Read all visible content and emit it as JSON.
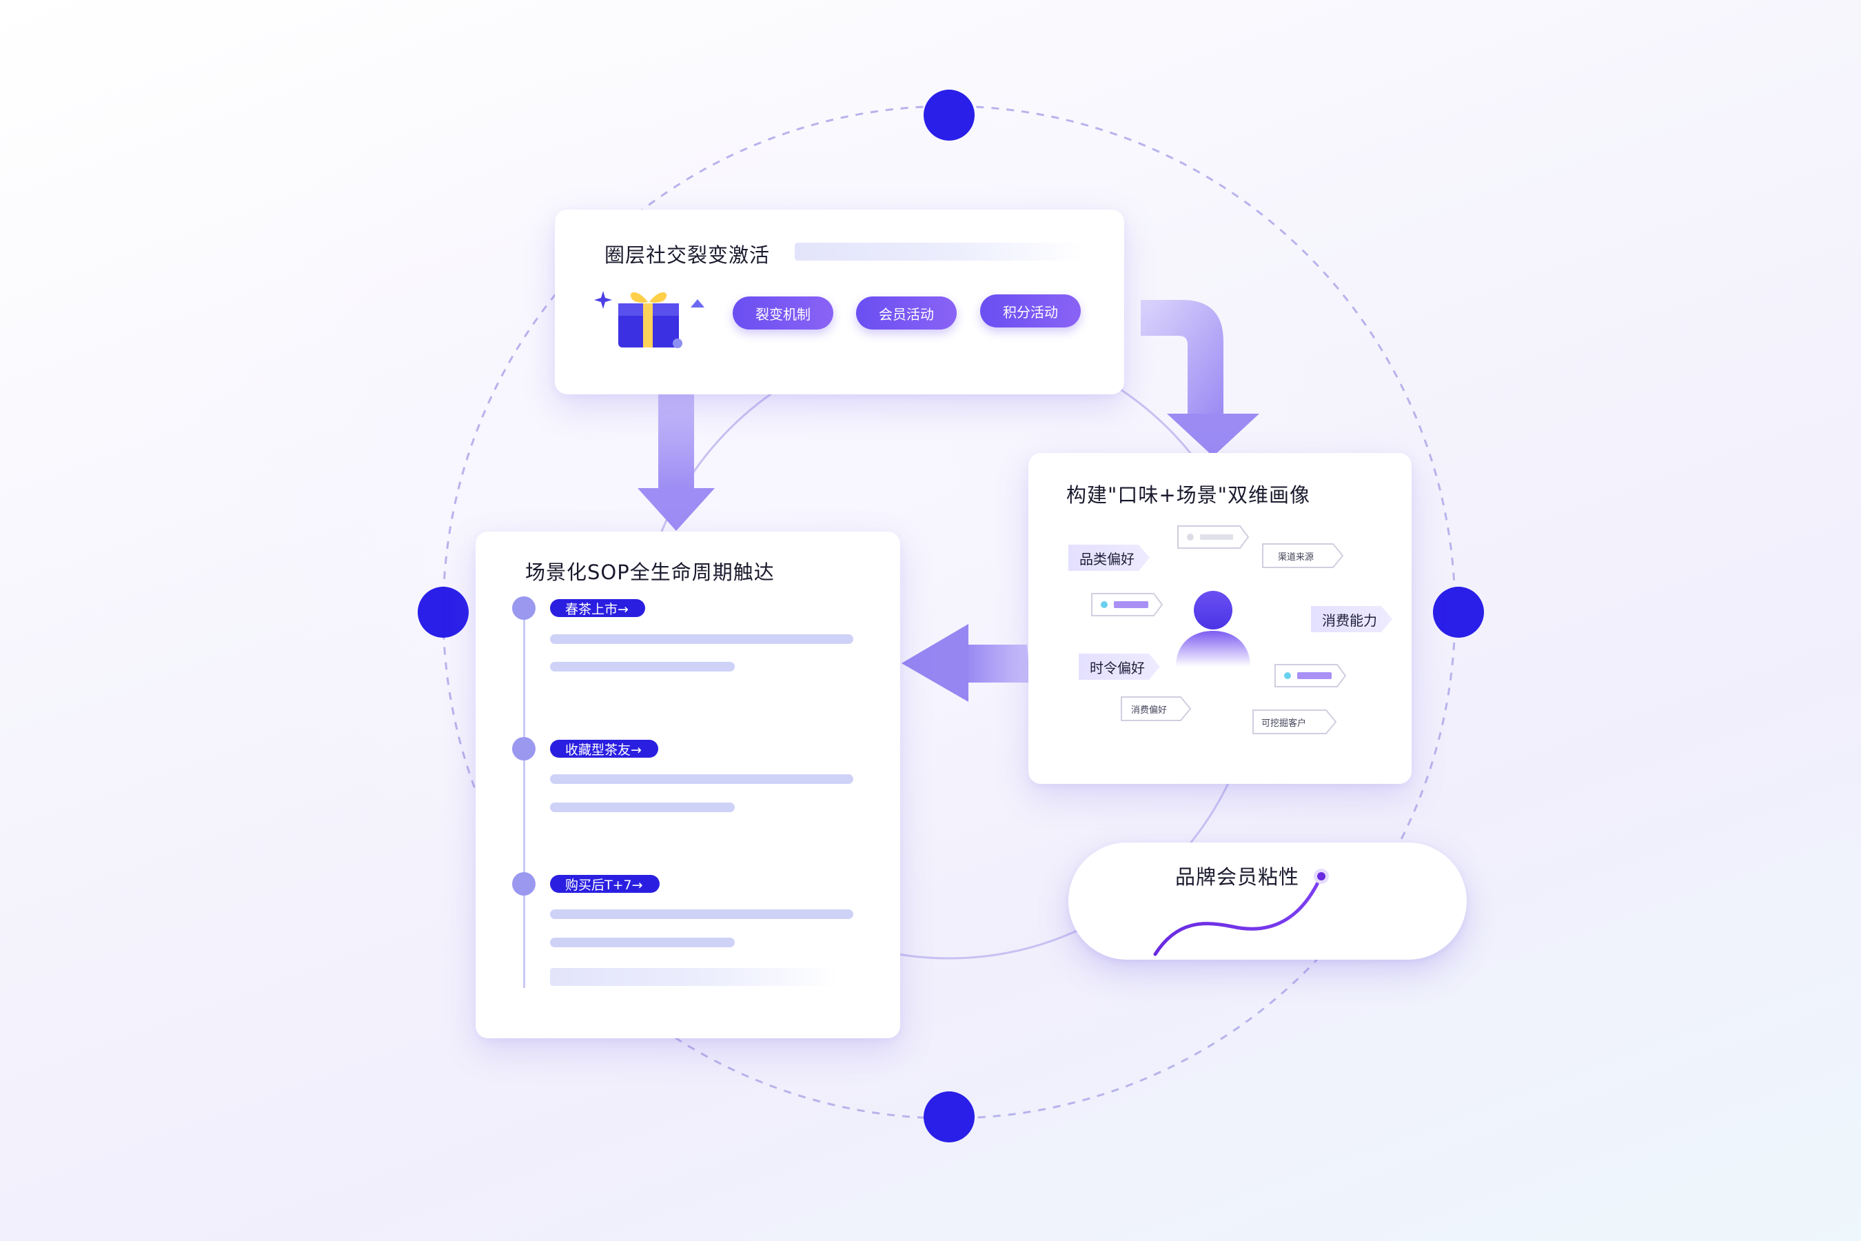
{
  "colors": {
    "node": "#2a1fe8",
    "accent": "#6a4ff2",
    "arrow": "#a99af6",
    "dashed_ring": "#b8b3ec",
    "inner_ring": "#c4bff2"
  },
  "social_card": {
    "title": "圈层社交裂变激活",
    "icon": "gift-box-icon",
    "pills": [
      "裂变机制",
      "会员活动",
      "积分活动"
    ]
  },
  "persona_card": {
    "title": "构建\"口味+场景\"双维画像",
    "icon": "user-avatar-icon",
    "tags": [
      "品类偏好",
      "消费能力",
      "时令偏好"
    ],
    "outline_tags": [
      "渠道来源",
      "消费偏好",
      "可挖掘客户"
    ]
  },
  "sop_card": {
    "title": "场景化SOP全生命周期触达",
    "steps": [
      {
        "label": "春茶上市→"
      },
      {
        "label": "收藏型茶友→"
      },
      {
        "label": "购买后T+7→"
      }
    ]
  },
  "brand_card": {
    "title": "品牌会员粘性",
    "icon": "growth-curve-icon"
  }
}
